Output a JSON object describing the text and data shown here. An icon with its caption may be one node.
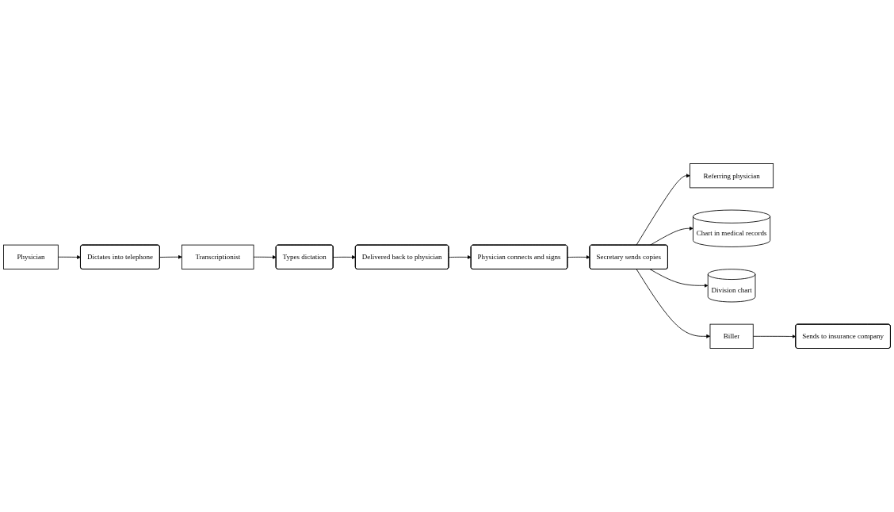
{
  "diagram": {
    "nodes": [
      {
        "text": [
          "Physician"
        ]
      },
      {
        "text": [
          "Dictates into telephone"
        ]
      },
      {
        "text": [
          "Transcriptionist"
        ]
      },
      {
        "text": [
          "Types dictation"
        ]
      },
      {
        "text": [
          "Referring physician"
        ]
      },
      {
        "text": [
          "Secretary sends copies"
        ]
      },
      {
        "text": [
          "Physician connects and signs"
        ]
      },
      {
        "text": [
          "Delivered back to physician"
        ]
      },
      {
        "text": [
          "Chart in medical records"
        ]
      },
      {
        "text": [
          "Division chart"
        ]
      },
      {
        "text": [
          "Biller"
        ]
      },
      {
        "text": [
          "Sends to insurance company"
        ]
      }
    ],
    "edges": [
      {
        "from": 0,
        "to": 1,
        "arrow": "to"
      },
      {
        "from": 1,
        "to": 2,
        "arrow": "to"
      },
      {
        "from": 2,
        "to": 3,
        "arrow": "to"
      },
      {
        "from": 3,
        "to": 7,
        "arrow": "to"
      },
      {
        "from": 7,
        "to": 6,
        "arrow": "to"
      },
      {
        "from": 6,
        "to": 5,
        "arrow": "to"
      },
      {
        "from": 5,
        "to": 4,
        "arrow": "to"
      },
      {
        "from": 5,
        "to": 8,
        "arrow": "to"
      },
      {
        "from": 5,
        "to": 9,
        "arrow": "to"
      },
      {
        "from": 5,
        "to": 10,
        "arrow": "to"
      },
      {
        "from": 10,
        "to": 11,
        "arrow": "to"
      }
    ]
  }
}
